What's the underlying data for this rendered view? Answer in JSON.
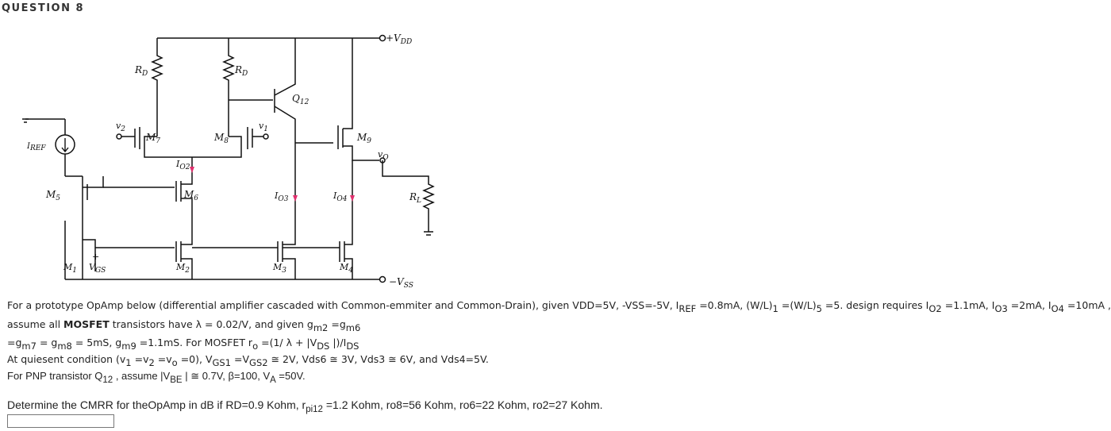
{
  "question": {
    "title": "QUESTION 8"
  },
  "circuit": {
    "labels": {
      "vdd": "+V",
      "vdd_sub": "DD",
      "vss": "−V",
      "vss_sub": "SS",
      "rd1": "R",
      "rd1_sub": "D",
      "rd2": "R",
      "rd2_sub": "D",
      "q12": "Q",
      "q12_sub": "12",
      "v2": "v",
      "v2_sub": "2",
      "v1": "v",
      "v1_sub": "1",
      "m7": "M",
      "m7_sub": "7",
      "m8": "M",
      "m8_sub": "8",
      "m9": "M",
      "m9_sub": "9",
      "iref": "I",
      "iref_sub": "REF",
      "io2": "I",
      "io2_sub": "O2",
      "vo": "v",
      "vo_sub": "O",
      "m5": "M",
      "m5_sub": "5",
      "m6": "M",
      "m6_sub": "6",
      "io3": "I",
      "io3_sub": "O3",
      "io4": "I",
      "io4_sub": "O4",
      "rl": "R",
      "rl_sub": "L",
      "m1": "M",
      "m1_sub": "1",
      "vgs": "V",
      "vgs_sub": "GS",
      "m2": "M",
      "m2_sub": "2",
      "m3": "M",
      "m3_sub": "3",
      "m4": "M",
      "m4_sub": "4",
      "plus": "+"
    }
  },
  "text": {
    "l1a": "For a prototype OpAmp below (differential amplifier cascaded with Common-emmiter and Common-Drain), given VDD=5V, -VSS=-5V, I",
    "l1_ref": "REF",
    "l1b": "=0.8mA, (W/L)",
    "l1_s1": "1",
    "l1c": "=(W/L)",
    "l1_s5": "5",
    "l1d": "=5. design requires I",
    "l1_o2": "O2",
    "l1e": "=1.1mA, I",
    "l1_o3": "O3",
    "l1f": "=2mA, I",
    "l1_o4": "O4",
    "l1g": "=10mA ,",
    "l2a": "assume all",
    "l2_bold": "MOSFET",
    "l2b": "transistors have λ = 0.02/V, and given g",
    "l2_m2": "m2",
    "l2c": "=g",
    "l2_m6": "m6",
    "l3a": "=g",
    "l3_m7": "m7",
    "l3b": "= g",
    "l3_m8": "m8",
    "l3c": "= 5mS, g",
    "l3_m9": "m9",
    "l3d": "=1.1mS. For MOSFET r",
    "l3_o": "o",
    "l3e": "=(1/ λ + |V",
    "l3_ds": "DS",
    "l3f": "|)/I",
    "l3_ds2": "DS",
    "l4a": "At quiesent condition (v",
    "l4_1": "1",
    "l4b": "=v",
    "l4_2": "2",
    "l4c": "=v",
    "l4_o": "o",
    "l4d": "=0), V",
    "l4_gs1": "GS1",
    "l4e": "=V",
    "l4_gs2": "GS2",
    "l4f": "≅ 2V, Vds6 ≅ 3V, Vds3 ≅ 6V, and Vds4=5V.",
    "l5a": "For PNP transistor Q",
    "l5_12": "12",
    "l5b": ", assume |V",
    "l5_be": "BE",
    "l5c": "| ≅ 0.7V, β=100, V",
    "l5_a": "A",
    "l5d": "=50V.",
    "l6a": "Determine the CMRR for theOpAmp in dB if RD=0.9 Kohm, r",
    "l6_pi": "pi12",
    "l6b": "=1.2 Kohm, ro8=56 Kohm, ro6=22 Kohm, ro2=27 Kohm."
  },
  "answer": {
    "value": ""
  },
  "colors": {
    "arrow": "#e0306e",
    "wire": "#111111"
  }
}
